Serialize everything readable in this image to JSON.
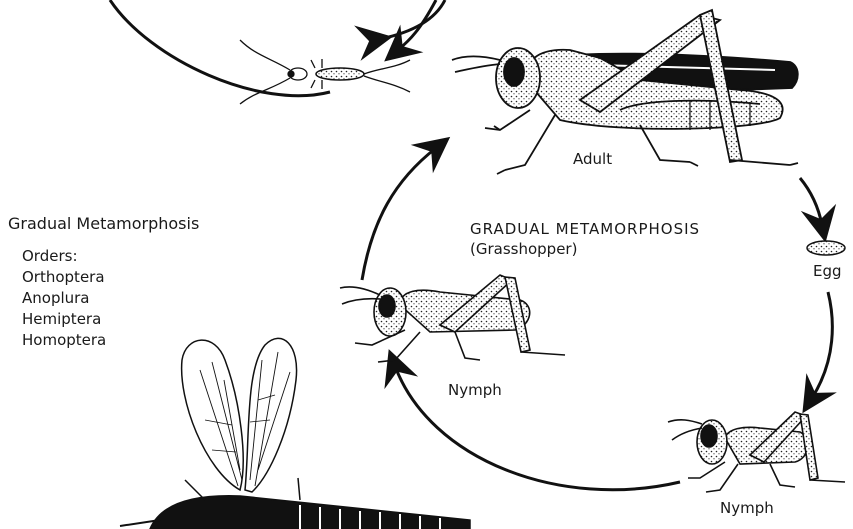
{
  "side_legend": {
    "title": "Gradual Metamorphosis",
    "orders_label": "Orders:",
    "orders": [
      "Orthoptera",
      "Anoplura",
      "Hemiptera",
      "Homoptera"
    ]
  },
  "cycle": {
    "title": "GRADUAL METAMORPHOSIS",
    "subtitle": "(Grasshopper)",
    "stages": {
      "adult": "Adult",
      "egg": "Egg",
      "nymph_large": "Nymph",
      "nymph_small": "Nymph"
    }
  },
  "icons": {
    "silverfish": "silverfish-icon",
    "adult_grasshopper": "adult-grasshopper-icon",
    "egg": "egg-icon",
    "nymph": "grasshopper-nymph-icon",
    "mayfly": "mayfly-icon"
  }
}
